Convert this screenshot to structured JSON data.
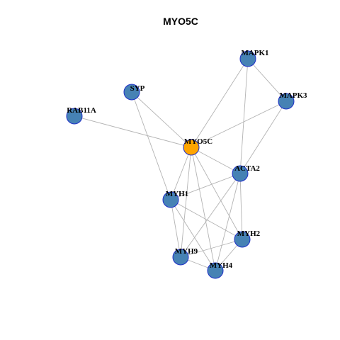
{
  "title": "MYO5C",
  "colors": {
    "focus_node": "#ffa500",
    "node": "#4682b4",
    "node_border": "#1f2fc8",
    "edge": "#b3b3b3"
  },
  "nodes": [
    {
      "id": "MYO5C",
      "label": "MYO5C",
      "focus": true
    },
    {
      "id": "MAPK1",
      "label": "MAPK1",
      "focus": false
    },
    {
      "id": "MAPK3",
      "label": "MAPK3",
      "focus": false
    },
    {
      "id": "SYP",
      "label": "SYP",
      "focus": false
    },
    {
      "id": "RAB11A",
      "label": "RAB11A",
      "focus": false
    },
    {
      "id": "ACTA2",
      "label": "ACTA2",
      "focus": false
    },
    {
      "id": "MYH1",
      "label": "MYH1",
      "focus": false
    },
    {
      "id": "MYH2",
      "label": "MYH2",
      "focus": false
    },
    {
      "id": "MYH9",
      "label": "MYH9",
      "focus": false
    },
    {
      "id": "MYH4",
      "label": "MYH4",
      "focus": false
    }
  ],
  "edges": [
    [
      "MYO5C",
      "MAPK1"
    ],
    [
      "MYO5C",
      "MAPK3"
    ],
    [
      "MYO5C",
      "SYP"
    ],
    [
      "MYO5C",
      "RAB11A"
    ],
    [
      "MYO5C",
      "ACTA2"
    ],
    [
      "MYO5C",
      "MYH1"
    ],
    [
      "MYO5C",
      "MYH2"
    ],
    [
      "MYO5C",
      "MYH9"
    ],
    [
      "MYO5C",
      "MYH4"
    ],
    [
      "MAPK1",
      "MAPK3"
    ],
    [
      "MAPK1",
      "ACTA2"
    ],
    [
      "MAPK3",
      "ACTA2"
    ],
    [
      "SYP",
      "MYH1"
    ],
    [
      "ACTA2",
      "MYH1"
    ],
    [
      "ACTA2",
      "MYH2"
    ],
    [
      "ACTA2",
      "MYH9"
    ],
    [
      "ACTA2",
      "MYH4"
    ],
    [
      "MYH1",
      "MYH2"
    ],
    [
      "MYH1",
      "MYH9"
    ],
    [
      "MYH1",
      "MYH4"
    ],
    [
      "MYH2",
      "MYH9"
    ],
    [
      "MYH2",
      "MYH4"
    ],
    [
      "MYH9",
      "MYH4"
    ]
  ]
}
